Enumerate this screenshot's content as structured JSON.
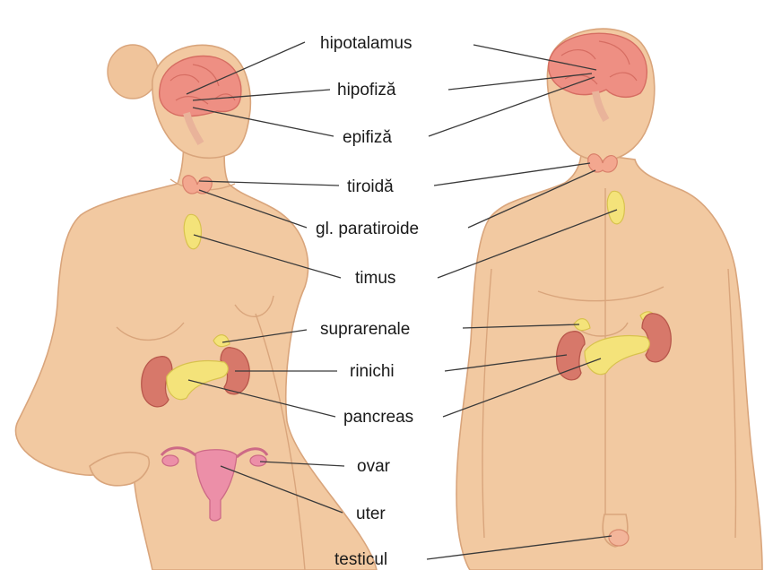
{
  "labels": {
    "hipotalamus": "hipotalamus",
    "hipofiza": "hipofiză",
    "epifiza": "epifiză",
    "tiroida": "tiroidă",
    "paratiroide": "gl. paratiroide",
    "timus": "timus",
    "suprarenale": "suprarenale",
    "rinichi": "rinichi",
    "pancreas": "pancreas",
    "ovar": "ovar",
    "uter": "uter",
    "testicul": "testicul"
  },
  "colors": {
    "skin": "#f2c9a1",
    "brain": "#ee8f83",
    "gland": "#f4e37a",
    "kidney": "#d7786a",
    "uterus": "#ec8fa8"
  }
}
